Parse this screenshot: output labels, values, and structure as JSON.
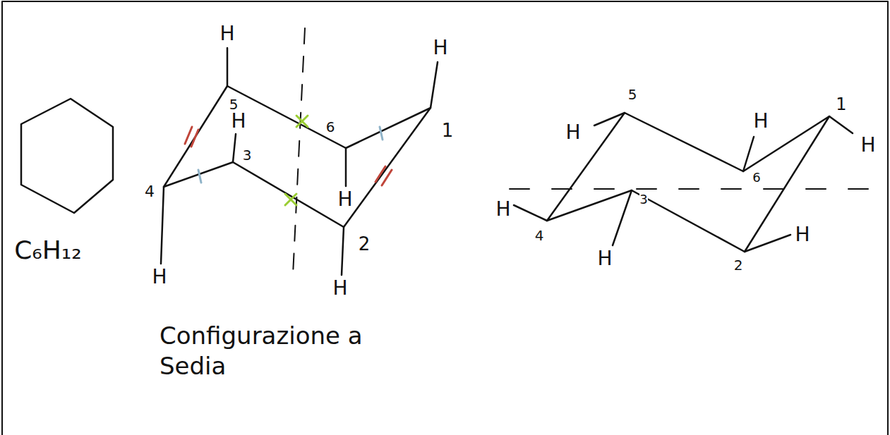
{
  "diagram": {
    "labels": [
      "C₆H₁₂",
      "H",
      "5",
      "H",
      "3",
      "6",
      "1",
      "H",
      "4",
      "H",
      "2",
      "H",
      "H",
      "Configurazione a Sedia",
      "5",
      "1",
      "H",
      "H",
      "6",
      "H",
      "H",
      "3",
      "4",
      "2",
      "H",
      "H"
    ]
  }
}
